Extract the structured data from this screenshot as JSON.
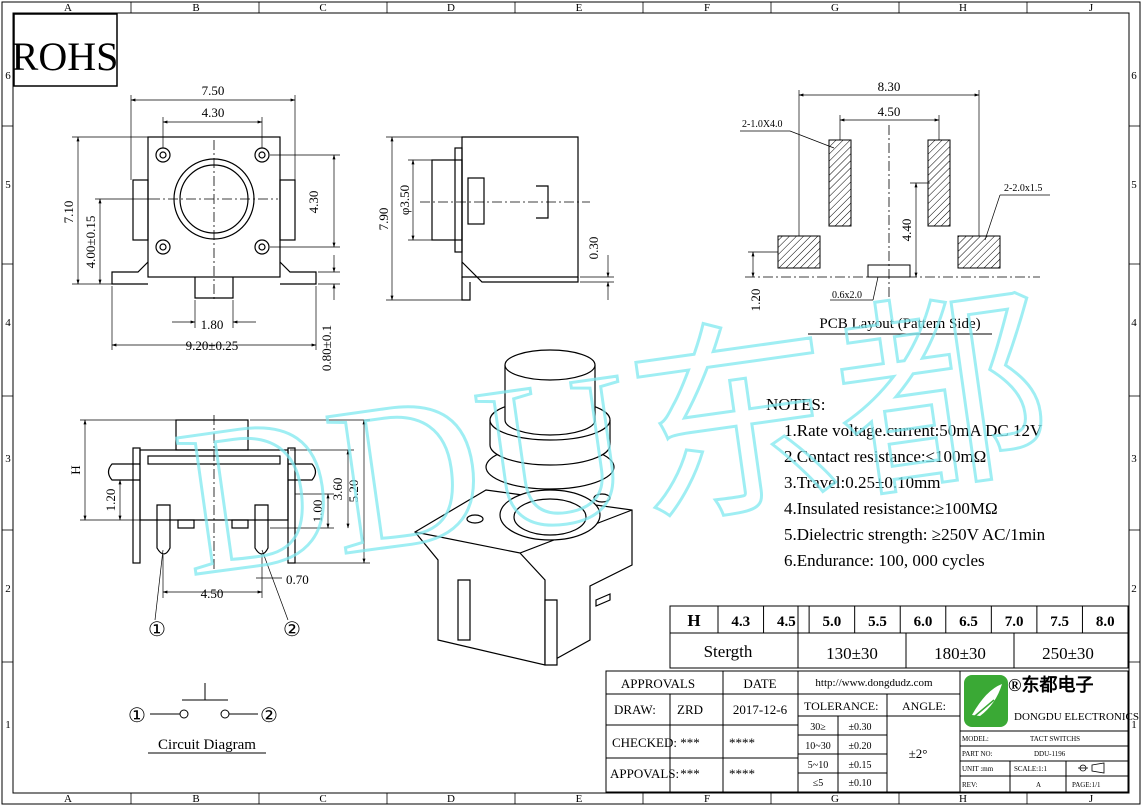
{
  "grid": {
    "columns": [
      "A",
      "B",
      "C",
      "D",
      "E",
      "F",
      "G",
      "H",
      "J"
    ],
    "rows": [
      "6",
      "5",
      "4",
      "3",
      "2",
      "1"
    ]
  },
  "rohs": "ROHS",
  "watermark": "DDU东都",
  "top_view": {
    "dim_750": "7.50",
    "dim_430_top": "4.30",
    "dim_710": "7.10",
    "dim_400": "4.00±0.15",
    "dim_430_side": "4.30",
    "dim_180": "1.80",
    "dim_920": "9.20±0.25",
    "dim_080": "0.80±0.1"
  },
  "side_view": {
    "dim_790": "7.90",
    "dim_350": "φ3.50",
    "dim_030": "0.30"
  },
  "pcb_layout": {
    "dim_830": "8.30",
    "dim_450": "4.50",
    "dim_440": "4.40",
    "dim_120": "1.20",
    "label_slot": "2-1.0X4.0",
    "label_pad": "2-2.0x1.5",
    "label_06": "0.6x2.0",
    "caption": "PCB Layout (Pattern Side)"
  },
  "front_view": {
    "dim_h": "H",
    "dim_120": "1.20",
    "dim_100": "1.00",
    "dim_360": "3.60",
    "dim_520": "5.20",
    "dim_450": "4.50",
    "dim_070": "0.70",
    "pin1": "①",
    "pin2": "②"
  },
  "circuit": {
    "pin1": "①",
    "pin2": "②",
    "caption": "Circuit Diagram"
  },
  "notes": {
    "title": "NOTES:",
    "items": [
      "1.Rate voltage.current:50mA DC 12V",
      "2.Contact resistance:≤100mΩ",
      "3.Travel:0.25±0.10mm",
      "4.Insulated resistance:≥100MΩ",
      "5.Dielectric strength: ≥250V AC/1min",
      "6.Endurance: 100, 000 cycles"
    ]
  },
  "strength_table": {
    "h_label": "H",
    "h_values": [
      "4.3",
      "4.5",
      "5.0",
      "5.5",
      "6.0",
      "6.5",
      "7.0",
      "7.5",
      "8.0"
    ],
    "s_label": "Stergth",
    "s_values": [
      "130±30",
      "180±30",
      "250±30"
    ]
  },
  "title_block": {
    "approvals": "APPROVALS",
    "date": "DATE",
    "url": "http://www.dongdudz.com",
    "draw": "DRAW:",
    "draw_name": "ZRD",
    "draw_date": "2017-12-6",
    "checked": "CHECKED:",
    "checked_name": "***",
    "checked_date": "****",
    "appovals": "APPOVALS:",
    "appovals_name": "***",
    "appovals_date": "****",
    "tolerance": "TOLERANCE:",
    "angle": "ANGLE:",
    "angle_value": "±2°",
    "tol_rows": [
      {
        "range": "30≥",
        "value": "±0.30"
      },
      {
        "range": "10~30",
        "value": "±0.20"
      },
      {
        "range": "5~10",
        "value": "±0.15"
      },
      {
        "range": "≤5",
        "value": "±0.10"
      }
    ],
    "company_cn": "®东都电子",
    "company_en": "DONGDU ELECTRONICS",
    "model_label": "MODEL:",
    "model_value": "TACT SWITCHS",
    "part_label": "PART NO:",
    "part_value": "DDU-1196",
    "unit_label": "UNIT :mm",
    "scale_label": "SCALE:1:1",
    "rev_label": "REV:",
    "rev_value": "A",
    "page_label": "PAGE:1/1"
  },
  "colors": {
    "line": "#000000",
    "watermark": "#7fe9f0",
    "logo_green": "#3aa935"
  }
}
